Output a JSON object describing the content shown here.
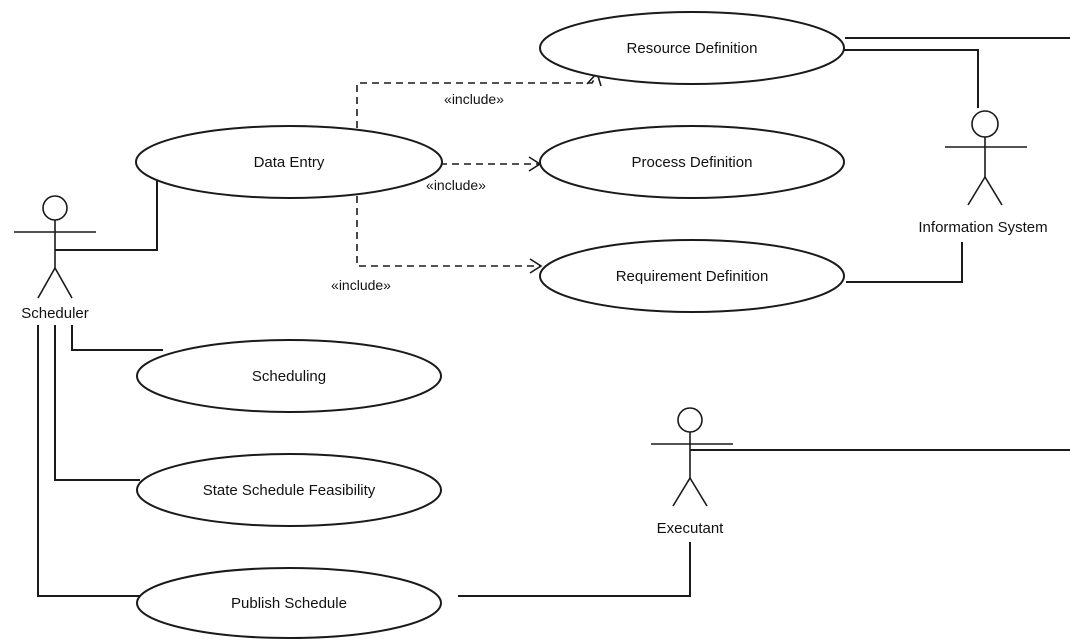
{
  "actors": {
    "scheduler": "Scheduler",
    "information_system": "Information System",
    "executant": "Executant"
  },
  "use_cases": {
    "resource_definition": "Resource Definition",
    "data_entry": "Data Entry",
    "process_definition": "Process Definition",
    "requirement_definition": "Requirement Definition",
    "scheduling": "Scheduling",
    "state_schedule_feasibility": "State Schedule Feasibility",
    "publish_schedule": "Publish Schedule"
  },
  "relations": {
    "include_resource": "«include»",
    "include_process": "«include»",
    "include_requirement": "«include»"
  },
  "colors": {
    "line": "#1a1a1a",
    "background": "#ffffff",
    "text": "#111111"
  }
}
